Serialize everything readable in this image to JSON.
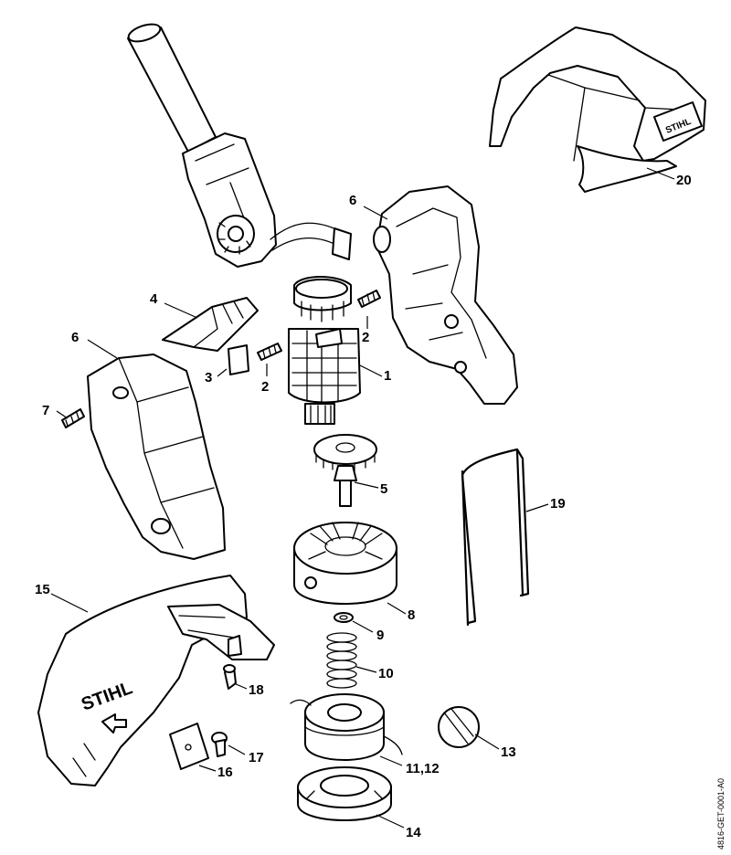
{
  "brand_text": "STIHL",
  "drawing_code": "4816-GET-0001-A0",
  "callouts": [
    {
      "id": "c1",
      "label": "1"
    },
    {
      "id": "c2a",
      "label": "2"
    },
    {
      "id": "c2b",
      "label": "2"
    },
    {
      "id": "c3",
      "label": "3"
    },
    {
      "id": "c4",
      "label": "4"
    },
    {
      "id": "c5",
      "label": "5"
    },
    {
      "id": "c6a",
      "label": "6"
    },
    {
      "id": "c6b",
      "label": "6"
    },
    {
      "id": "c7",
      "label": "7"
    },
    {
      "id": "c8",
      "label": "8"
    },
    {
      "id": "c9",
      "label": "9"
    },
    {
      "id": "c10",
      "label": "10"
    },
    {
      "id": "c1112",
      "label": "11,12"
    },
    {
      "id": "c13",
      "label": "13"
    },
    {
      "id": "c14",
      "label": "14"
    },
    {
      "id": "c15",
      "label": "15"
    },
    {
      "id": "c16",
      "label": "16"
    },
    {
      "id": "c17",
      "label": "17"
    },
    {
      "id": "c18",
      "label": "18"
    },
    {
      "id": "c19",
      "label": "19"
    },
    {
      "id": "c20",
      "label": "20"
    }
  ]
}
